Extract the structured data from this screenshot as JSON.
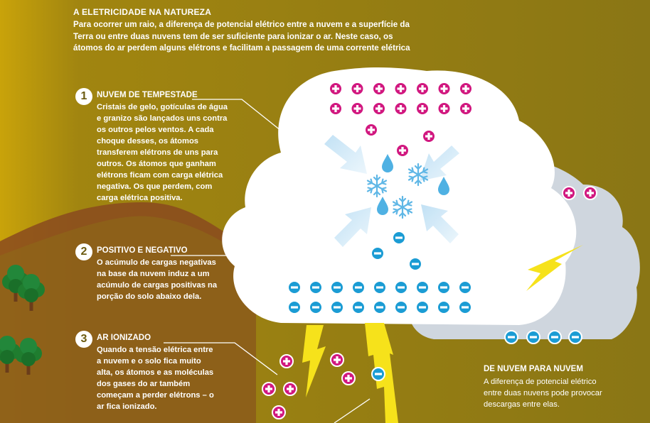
{
  "header": {
    "title": "A ELETRICIDADE NA NATUREZA",
    "intro": "Para ocorrer um raio, a diferença de potencial elétrico entre a nuvem e a superfície da Terra ou entre duas nuvens tem de ser suficiente para ionizar o ar. Neste caso, os átomos do ar perdem alguns elétrons e facilitam a passagem de uma corrente elétrica"
  },
  "sections": [
    {
      "number": "1",
      "title": "NUVEM DE TEMPESTADE",
      "body": "Cristais de gelo, gotículas de água e granizo são lançados uns contra os outros pelos ventos. A cada choque desses, os átomos transferem elétrons de uns para outros. Os átomos que ganham elétrons ficam com carga elétrica negativa. Os que perdem, com carga elétrica positiva."
    },
    {
      "number": "2",
      "title": "POSITIVO E NEGATIVO",
      "body": "O acúmulo de cargas negativas na base da nuvem induz a um acúmulo de cargas positivas na porção do solo abaixo dela."
    },
    {
      "number": "3",
      "title": "AR IONIZADO",
      "body": "Quando a tensão elétrica entre a nuvem e o solo fica muito alta, os átomos e as moléculas dos gases do ar também começam a perder elétrons – o ar fica ionizado."
    }
  ],
  "side_note": {
    "title": "DE NUVEM PARA NUVEM",
    "body": "A diferença de potencial elétrico entre duas nuvens pode provocar descargas entre elas."
  },
  "colors": {
    "background": "#8a7413",
    "positive_charge": "#d1177f",
    "negative_charge": "#1b9cd4",
    "lightning": "#f6e21b",
    "main_cloud": "#ffffff",
    "second_cloud": "#cfd6de"
  },
  "icons": [
    "positive-charge-icon",
    "negative-charge-icon",
    "snowflake-icon",
    "water-drop-icon",
    "lightning-bolt-icon",
    "tree-icon"
  ]
}
